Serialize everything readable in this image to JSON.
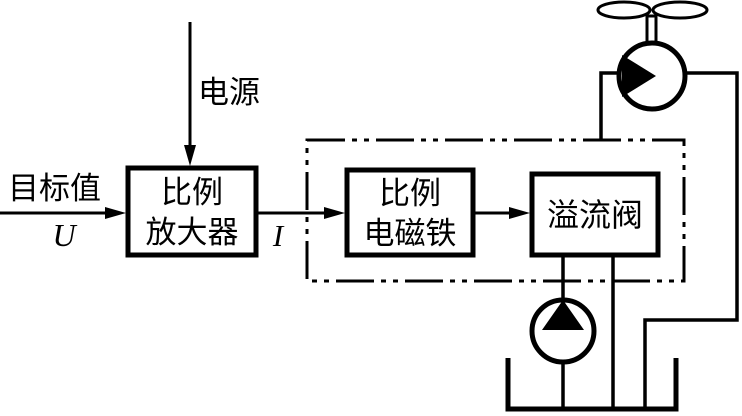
{
  "labels": {
    "power_supply": "电源",
    "target_value": "目标值",
    "input_signal": "U",
    "output_signal": "I"
  },
  "blocks": {
    "amplifier": {
      "line1": "比例",
      "line2": "放大器"
    },
    "solenoid": {
      "line1": "比例",
      "line2": "电磁铁"
    },
    "relief_valve": {
      "label": "溢流阀"
    }
  },
  "colors": {
    "line": "#000000",
    "background": "#ffffff"
  }
}
